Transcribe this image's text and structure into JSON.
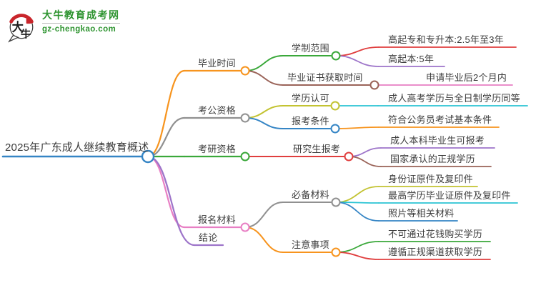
{
  "logo": {
    "name": "大牛教育成考网",
    "domain": "gz-chengkao.com",
    "icon": "speech-bubble-daniu-icon",
    "icon_text_top": "大",
    "icon_text_bottom": "牛",
    "brand_green": "#2e9430",
    "seal_red": "#c9252b",
    "bubble_stroke": "#3a3a3a"
  },
  "colors": {
    "text": "#3c3c3c",
    "blue": "#3585c5",
    "orange": "#f7941e",
    "green": "#3aa83a",
    "red": "#e03e3e",
    "purple": "#9d74c9",
    "brown": "#9a6358",
    "pink": "#e87fc4",
    "gray": "#909090",
    "olive": "#c3c332",
    "cyan": "#2bc4d4"
  },
  "mindmap": {
    "nodes": [
      {
        "id": "root",
        "label": "2025年广东成人继续教育概述",
        "color": "blue",
        "parent": null
      },
      {
        "id": "biye",
        "label": "毕业时间",
        "color": "orange",
        "parent": "root"
      },
      {
        "id": "xuezhi",
        "label": "学制范围",
        "color": "green",
        "parent": "biye"
      },
      {
        "id": "gqz",
        "label": "高起专和专升本:2.5年至3年",
        "color": "red",
        "parent": "xuezhi"
      },
      {
        "id": "gqb",
        "label": "高起本:5年",
        "color": "purple",
        "parent": "xuezhi"
      },
      {
        "id": "zhengshu",
        "label": "毕业证书获取时间",
        "color": "brown",
        "parent": "biye"
      },
      {
        "id": "shenqing",
        "label": "申请毕业后2个月内",
        "color": "pink",
        "parent": "zhengshu"
      },
      {
        "id": "kaogong",
        "label": "考公资格",
        "color": "gray",
        "parent": "root"
      },
      {
        "id": "xueli",
        "label": "学历认可",
        "color": "olive",
        "parent": "kaogong"
      },
      {
        "id": "tongdeng",
        "label": "成人高考学历与全日制学历同等",
        "color": "cyan",
        "parent": "xueli"
      },
      {
        "id": "baokao",
        "label": "报考条件",
        "color": "blue",
        "parent": "kaogong"
      },
      {
        "id": "fuhe",
        "label": "符合公务员考试基本条件",
        "color": "orange",
        "parent": "baokao"
      },
      {
        "id": "kaoyan",
        "label": "考研资格",
        "color": "green",
        "parent": "root"
      },
      {
        "id": "yanjiusheng",
        "label": "研究生报考",
        "color": "red",
        "parent": "kaoyan"
      },
      {
        "id": "benke",
        "label": "成人本科毕业生可报考",
        "color": "purple",
        "parent": "yanjiusheng"
      },
      {
        "id": "guojia",
        "label": "国家承认的正规学历",
        "color": "brown",
        "parent": "yanjiusheng"
      },
      {
        "id": "baoming",
        "label": "报名材料",
        "color": "pink",
        "parent": "root"
      },
      {
        "id": "bibei",
        "label": "必备材料",
        "color": "gray",
        "parent": "baoming"
      },
      {
        "id": "shenfen",
        "label": "身份证原件及复印件",
        "color": "olive",
        "parent": "bibei"
      },
      {
        "id": "zuigao",
        "label": "最高学历毕业证原件及复印件",
        "color": "cyan",
        "parent": "bibei"
      },
      {
        "id": "zhaopian",
        "label": "照片等相关材料",
        "color": "blue",
        "parent": "bibei"
      },
      {
        "id": "zhuyi",
        "label": "注意事项",
        "color": "orange",
        "parent": "baoming"
      },
      {
        "id": "buke",
        "label": "不可通过花钱购买学历",
        "color": "green",
        "parent": "zhuyi"
      },
      {
        "id": "zunxun",
        "label": "遵循正规渠道获取学历",
        "color": "red",
        "parent": "zhuyi"
      },
      {
        "id": "jielun",
        "label": "结论",
        "color": "purple",
        "parent": "root"
      }
    ]
  }
}
